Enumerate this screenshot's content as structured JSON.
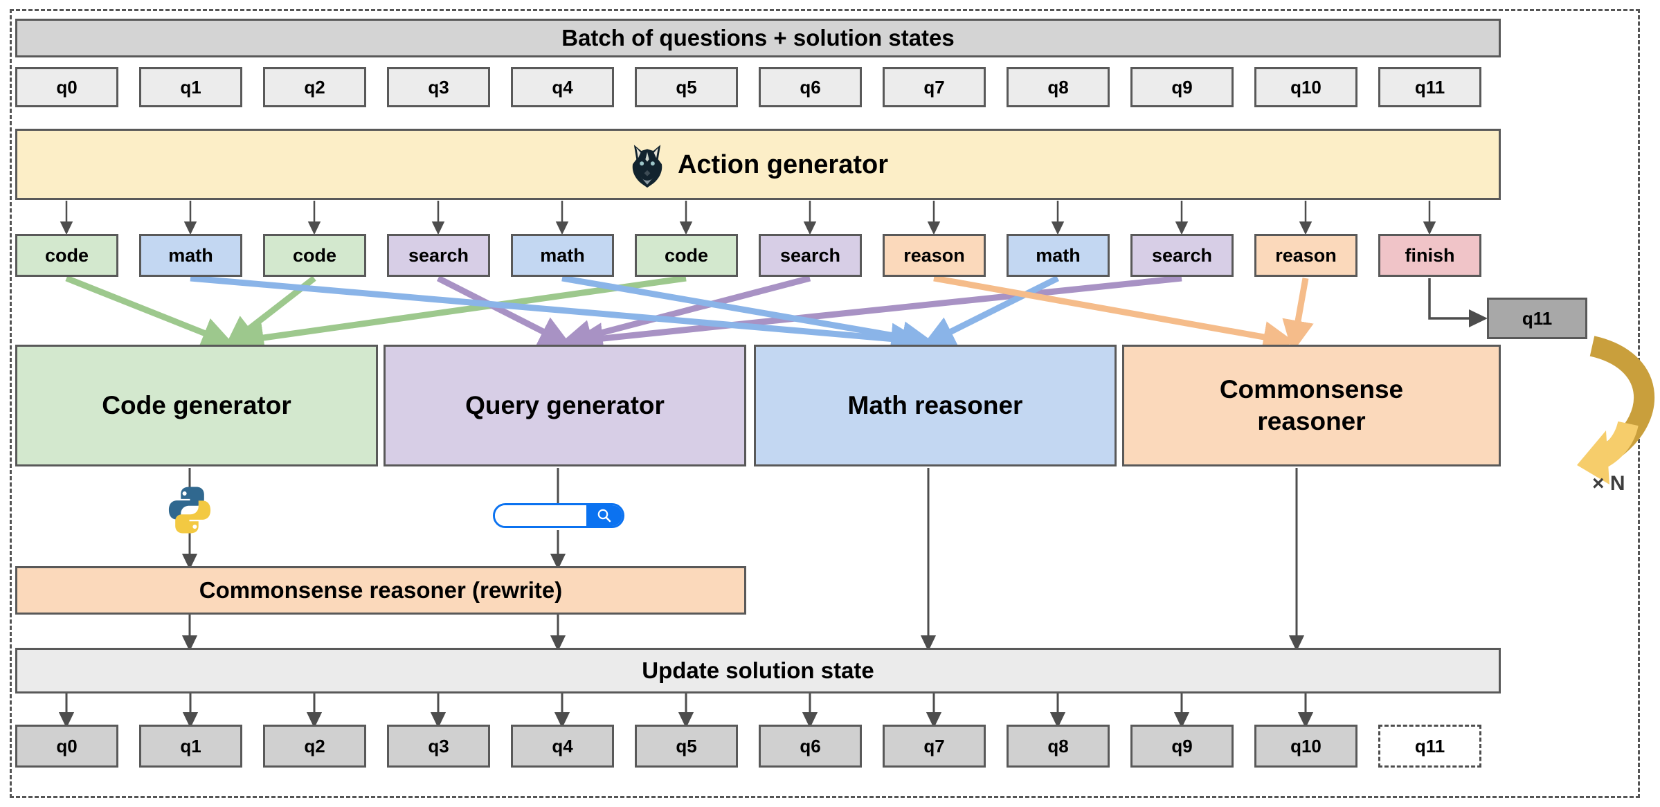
{
  "diagram": {
    "header": {
      "title": "Batch of questions + solution states"
    },
    "questions_top": [
      "q0",
      "q1",
      "q2",
      "q3",
      "q4",
      "q5",
      "q6",
      "q7",
      "q8",
      "q9",
      "q10",
      "q11"
    ],
    "action_generator": {
      "label": "Action generator",
      "icon": "wolf-head-icon"
    },
    "actions": [
      {
        "label": "code",
        "type": "code"
      },
      {
        "label": "math",
        "type": "math"
      },
      {
        "label": "code",
        "type": "code"
      },
      {
        "label": "search",
        "type": "search"
      },
      {
        "label": "math",
        "type": "math"
      },
      {
        "label": "code",
        "type": "code"
      },
      {
        "label": "search",
        "type": "search"
      },
      {
        "label": "reason",
        "type": "reason"
      },
      {
        "label": "math",
        "type": "math"
      },
      {
        "label": "search",
        "type": "search"
      },
      {
        "label": "reason",
        "type": "reason"
      },
      {
        "label": "finish",
        "type": "finish"
      }
    ],
    "finished_state": {
      "label": "q11"
    },
    "processors": [
      {
        "label": "Code generator",
        "type": "codegen"
      },
      {
        "label": "Query generator",
        "type": "querygen"
      },
      {
        "label": "Math reasoner",
        "type": "mathreas"
      },
      {
        "label": "Commonsense reasoner",
        "type": "csreas"
      }
    ],
    "tools": {
      "python": {
        "icon": "python-logo-icon"
      },
      "search_bar": {
        "icon": "search-icon",
        "value": "",
        "placeholder": ""
      }
    },
    "rewrite": {
      "label": "Commonsense reasoner (rewrite)"
    },
    "update": {
      "label": "Update solution state"
    },
    "questions_bottom": [
      "q0",
      "q1",
      "q2",
      "q3",
      "q4",
      "q5",
      "q6",
      "q7",
      "q8",
      "q9",
      "q10",
      "q11"
    ],
    "loop": {
      "label": "× N",
      "icon": "loop-arrow-icon"
    },
    "colors": {
      "code": "#d3e8ce",
      "math": "#c3d7f2",
      "search": "#d7cee6",
      "reason": "#fbd9bb",
      "finish": "#f0c4c8",
      "header": "#d4d4d4",
      "action_generator": "#fceec7",
      "loop_arrow": "#f6cd6b",
      "search_accent": "#0b72f0"
    }
  }
}
